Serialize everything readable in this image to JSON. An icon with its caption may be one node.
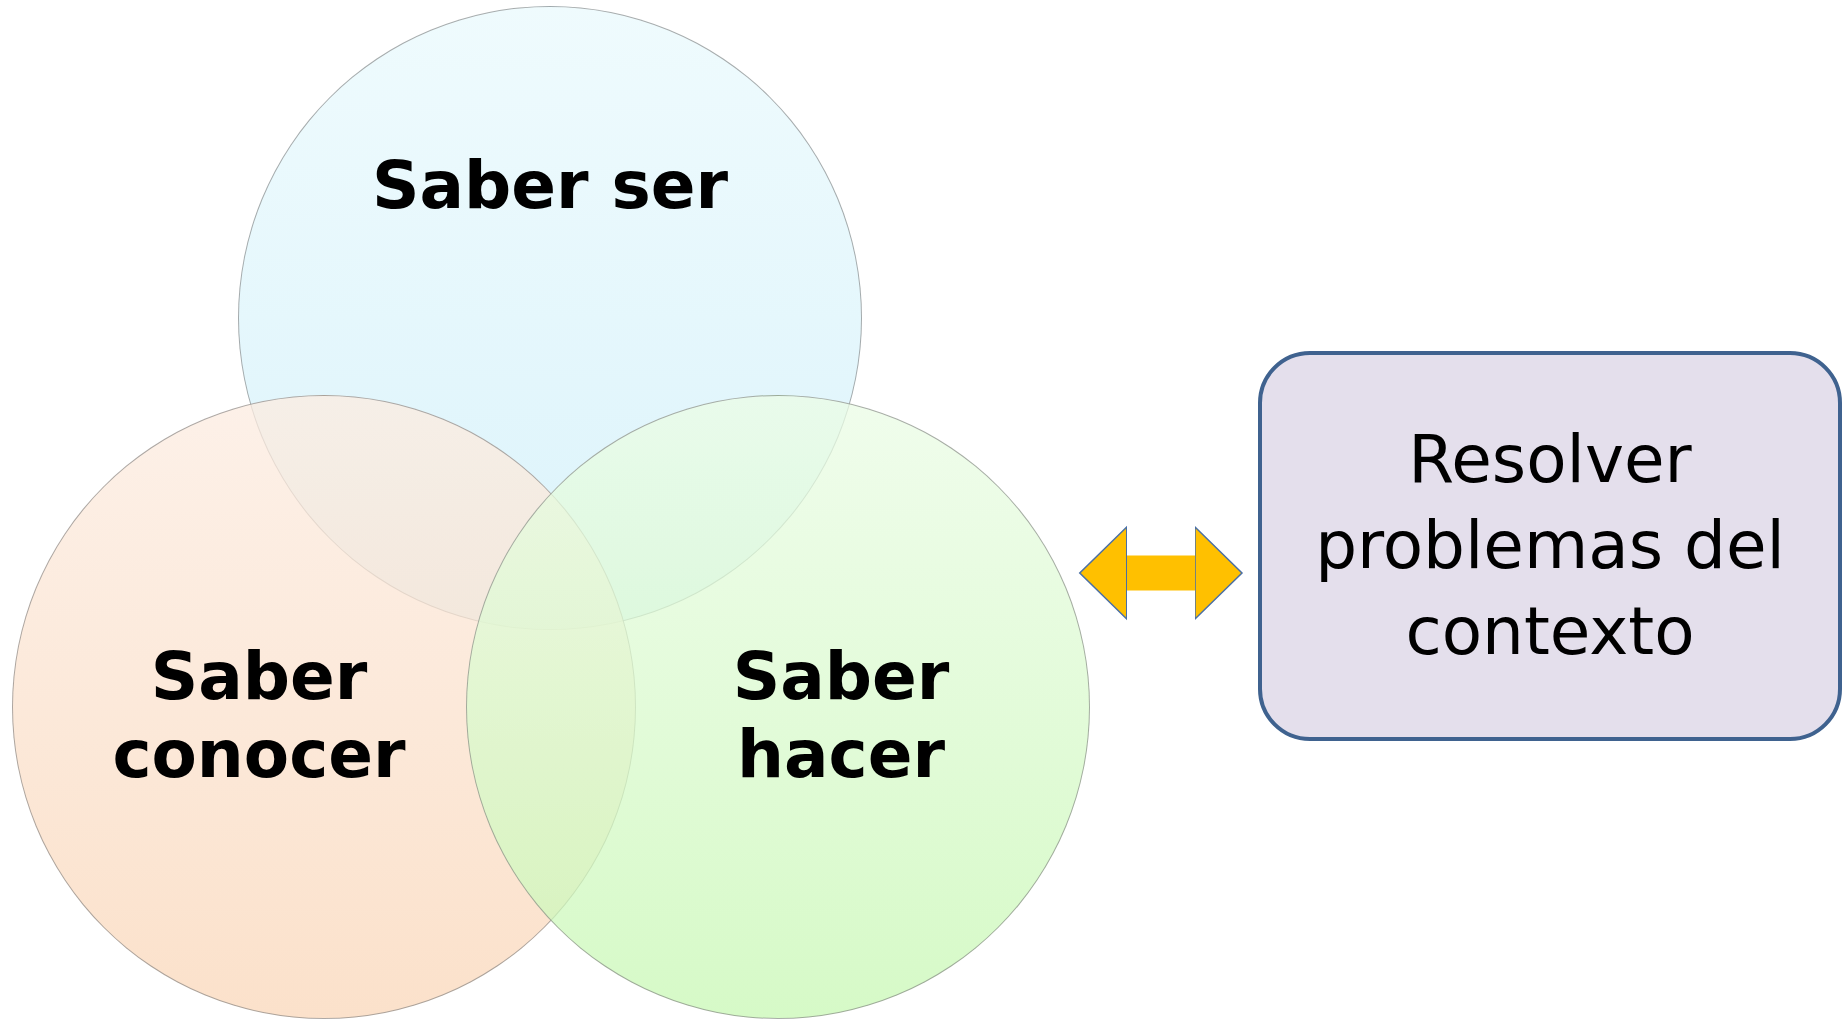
{
  "diagram": {
    "nodes": [
      {
        "text": [
          "Saber ser"
        ]
      },
      {
        "text": [
          "Saber conocer"
        ]
      },
      {
        "text": [
          "Saber hacer"
        ]
      },
      {
        "text": [
          "Resolver problemas del contexto"
        ]
      }
    ],
    "edges": [
      {
        "from": 2,
        "to": 3,
        "arrow": "both"
      }
    ]
  }
}
